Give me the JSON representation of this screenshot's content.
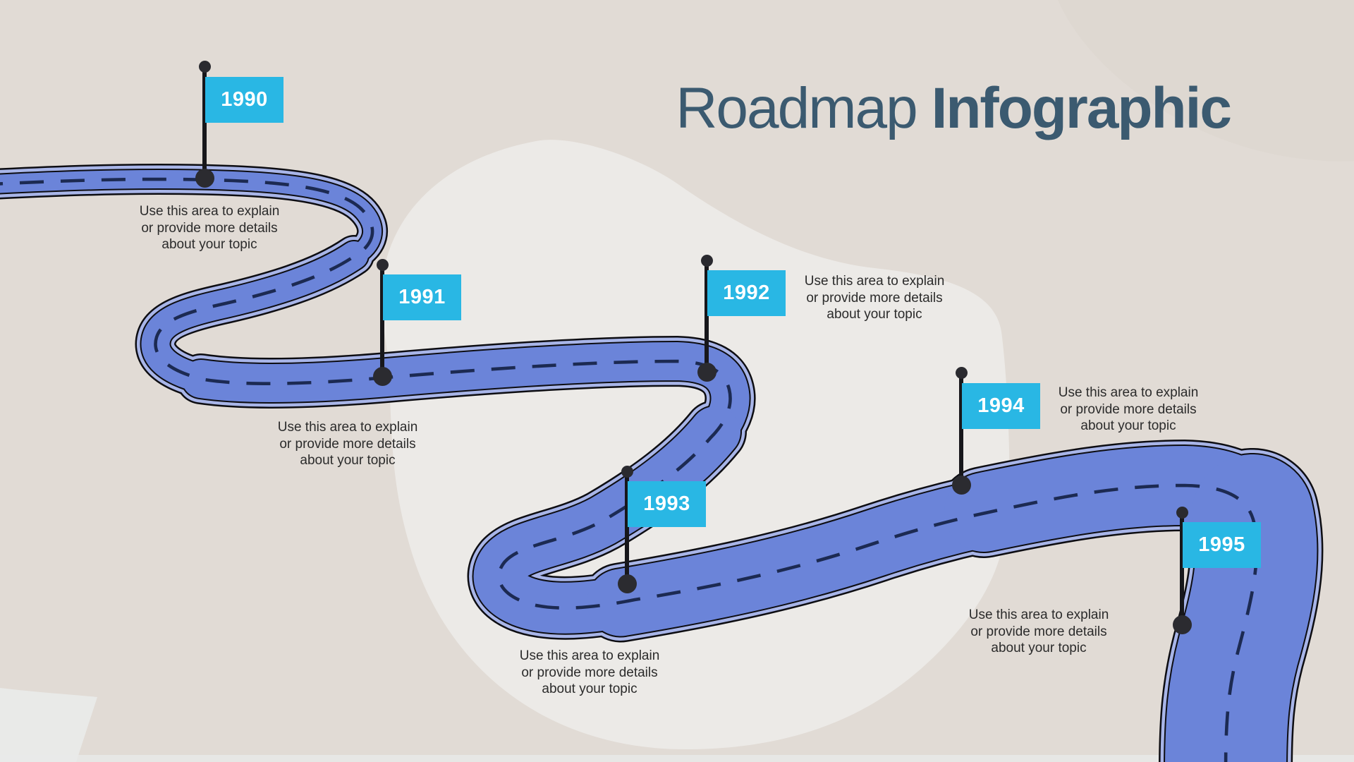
{
  "title": {
    "regular": "Roadmap",
    "bold": "Infographic"
  },
  "milestones": [
    {
      "year": "1990",
      "description": "Use this area to explain\nor provide more details\nabout your topic"
    },
    {
      "year": "1991",
      "description": "Use this area to explain\nor provide more details\nabout your topic"
    },
    {
      "year": "1992",
      "description": "Use this area to explain\nor provide more details\nabout your topic"
    },
    {
      "year": "1993",
      "description": "Use this area to explain\nor provide more details\nabout your topic"
    },
    {
      "year": "1994",
      "description": "Use this area to explain\nor provide more details\nabout your topic"
    },
    {
      "year": "1995",
      "description": "Use this area to explain\nor provide more details\nabout your topic"
    }
  ],
  "colors": {
    "background": "#E1DBD5",
    "background_blob": "#ECEAE7",
    "flag_accent": "#29B7E4",
    "road_fill": "#6B84D9",
    "road_shadow": "#A8B5E8",
    "road_center_line": "#1C2A52",
    "road_outline": "#0D0D12",
    "title_text": "#3B5A70",
    "body_text": "#2B2B2B"
  }
}
